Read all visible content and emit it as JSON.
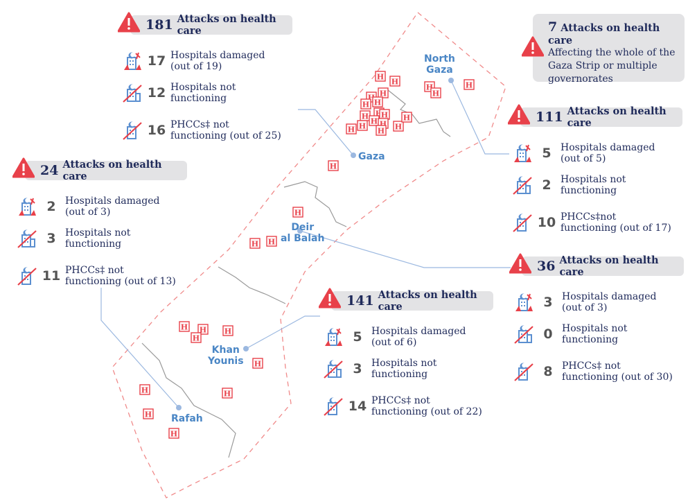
{
  "summary_box": {
    "count": "7",
    "label": "Attacks on health care",
    "description": "Affecting the whole of the\nGaza Strip or multiple\ngovernorates"
  },
  "governorates": [
    {
      "id": "gaza",
      "name": "Gaza",
      "attacks": "181",
      "attacks_label": "Attacks on health care",
      "rows": [
        {
          "type": "damaged",
          "value": "17",
          "text": "Hospitals damaged\n(out of 19)"
        },
        {
          "type": "not-functioning",
          "value": "12",
          "text": "Hospitals not\nfunctioning"
        },
        {
          "type": "phcc",
          "value": "16",
          "text": "PHCCs‡ not\nfunctioning (out of 25)"
        }
      ]
    },
    {
      "id": "rafah",
      "name": "Rafah",
      "attacks": "24",
      "attacks_label": "Attacks on health care",
      "rows": [
        {
          "type": "damaged",
          "value": "2",
          "text": "Hospitals damaged\n(out of 3)"
        },
        {
          "type": "not-functioning",
          "value": "3",
          "text": "Hospitals not\nfunctioning"
        },
        {
          "type": "phcc",
          "value": "11",
          "text": "PHCCs‡ not\nfunctioning (out of 13)"
        }
      ]
    },
    {
      "id": "north-gaza",
      "name": "North\nGaza",
      "attacks": "111",
      "attacks_label": "Attacks on health care",
      "rows": [
        {
          "type": "damaged",
          "value": "5",
          "text": "Hospitals damaged\n(out of 5)"
        },
        {
          "type": "not-functioning",
          "value": "2",
          "text": "Hospitals not\nfunctioning"
        },
        {
          "type": "phcc",
          "value": "10",
          "text": "PHCCs‡not\nfunctioning (out of 17)"
        }
      ]
    },
    {
      "id": "deir-al-balah",
      "name": "Deir\nal Balah",
      "attacks": "36",
      "attacks_label": "Attacks on health care",
      "rows": [
        {
          "type": "damaged",
          "value": "3",
          "text": "Hospitals damaged\n(out of 3)"
        },
        {
          "type": "not-functioning",
          "value": "0",
          "text": "Hospitals not\nfunctioning"
        },
        {
          "type": "phcc",
          "value": "8",
          "text": "PHCCs‡ not\nfunctioning (out of 30)"
        }
      ]
    },
    {
      "id": "khan-younis",
      "name": "Khan\nYounis",
      "attacks": "141",
      "attacks_label": "Attacks on health care",
      "rows": [
        {
          "type": "damaged",
          "value": "5",
          "text": "Hospitals damaged\n(out of 6)"
        },
        {
          "type": "not-functioning",
          "value": "3",
          "text": "Hospitals not\nfunctioning"
        },
        {
          "type": "phcc",
          "value": "14",
          "text": "PHCCs‡ not\nfunctioning (out of 22)"
        }
      ]
    }
  ],
  "hospital_marker": "H",
  "colors": {
    "alert": "#e8414a",
    "label_blue": "#4a86c5",
    "text_navy": "#1f2a5a",
    "panel_bg": "#e3e3e5",
    "icon_blue": "#5b8fd0"
  }
}
